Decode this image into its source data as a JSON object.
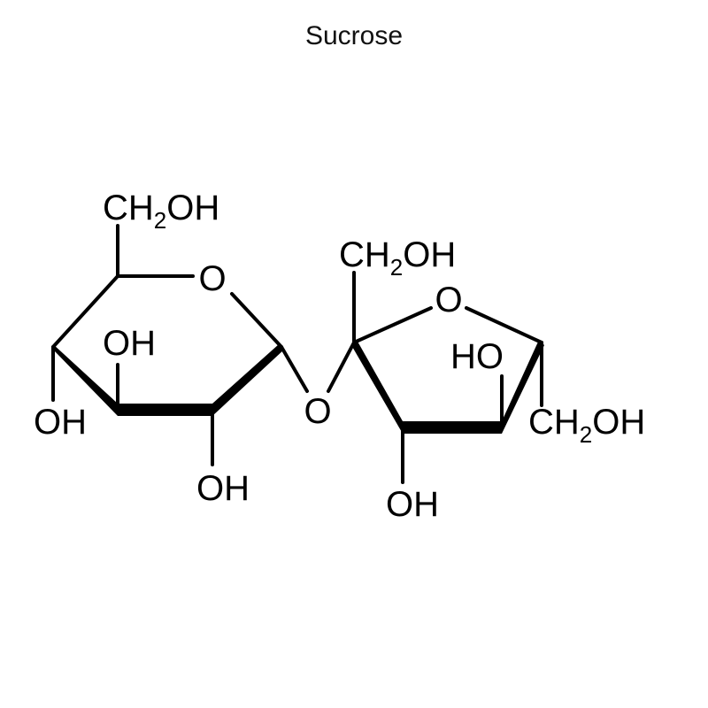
{
  "title": "Sucrose",
  "glucose": {
    "ch2oh": {
      "main": "CH",
      "sub": "2",
      "tail": "OH"
    },
    "ring_o": "O",
    "oh_c3": "OH",
    "oh_c4": "OH",
    "oh_c2": "OH"
  },
  "linkage_o": "O",
  "fructose": {
    "ch2oh_top": {
      "main": "CH",
      "sub": "2",
      "tail": "OH"
    },
    "ring_o": "O",
    "ho_c4": "HO",
    "ch2oh_right": {
      "main": "CH",
      "sub": "2",
      "tail": "OH"
    },
    "oh_c3": "OH"
  },
  "colors": {
    "ink": "#000000",
    "background": "#ffffff"
  }
}
